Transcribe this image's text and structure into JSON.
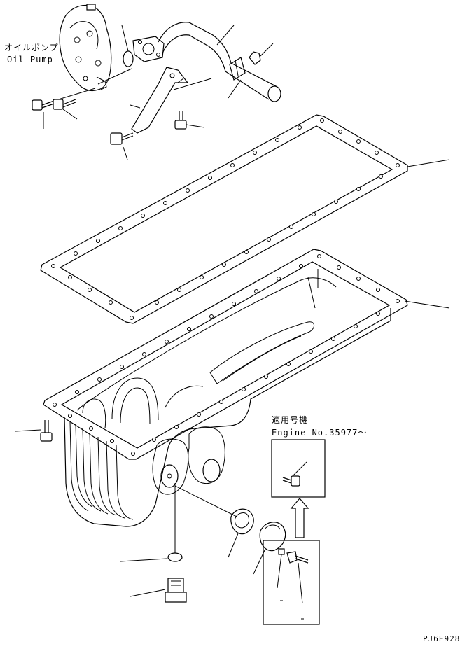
{
  "labels": {
    "oil_pump_jp": "オイルポンプ",
    "oil_pump_en": "Oil Pump",
    "applicable_jp": "適用号機",
    "engine_no": "Engine No.35977～",
    "drawing_code": "PJ6E928"
  },
  "colors": {
    "line": "#000000",
    "background": "#ffffff"
  }
}
